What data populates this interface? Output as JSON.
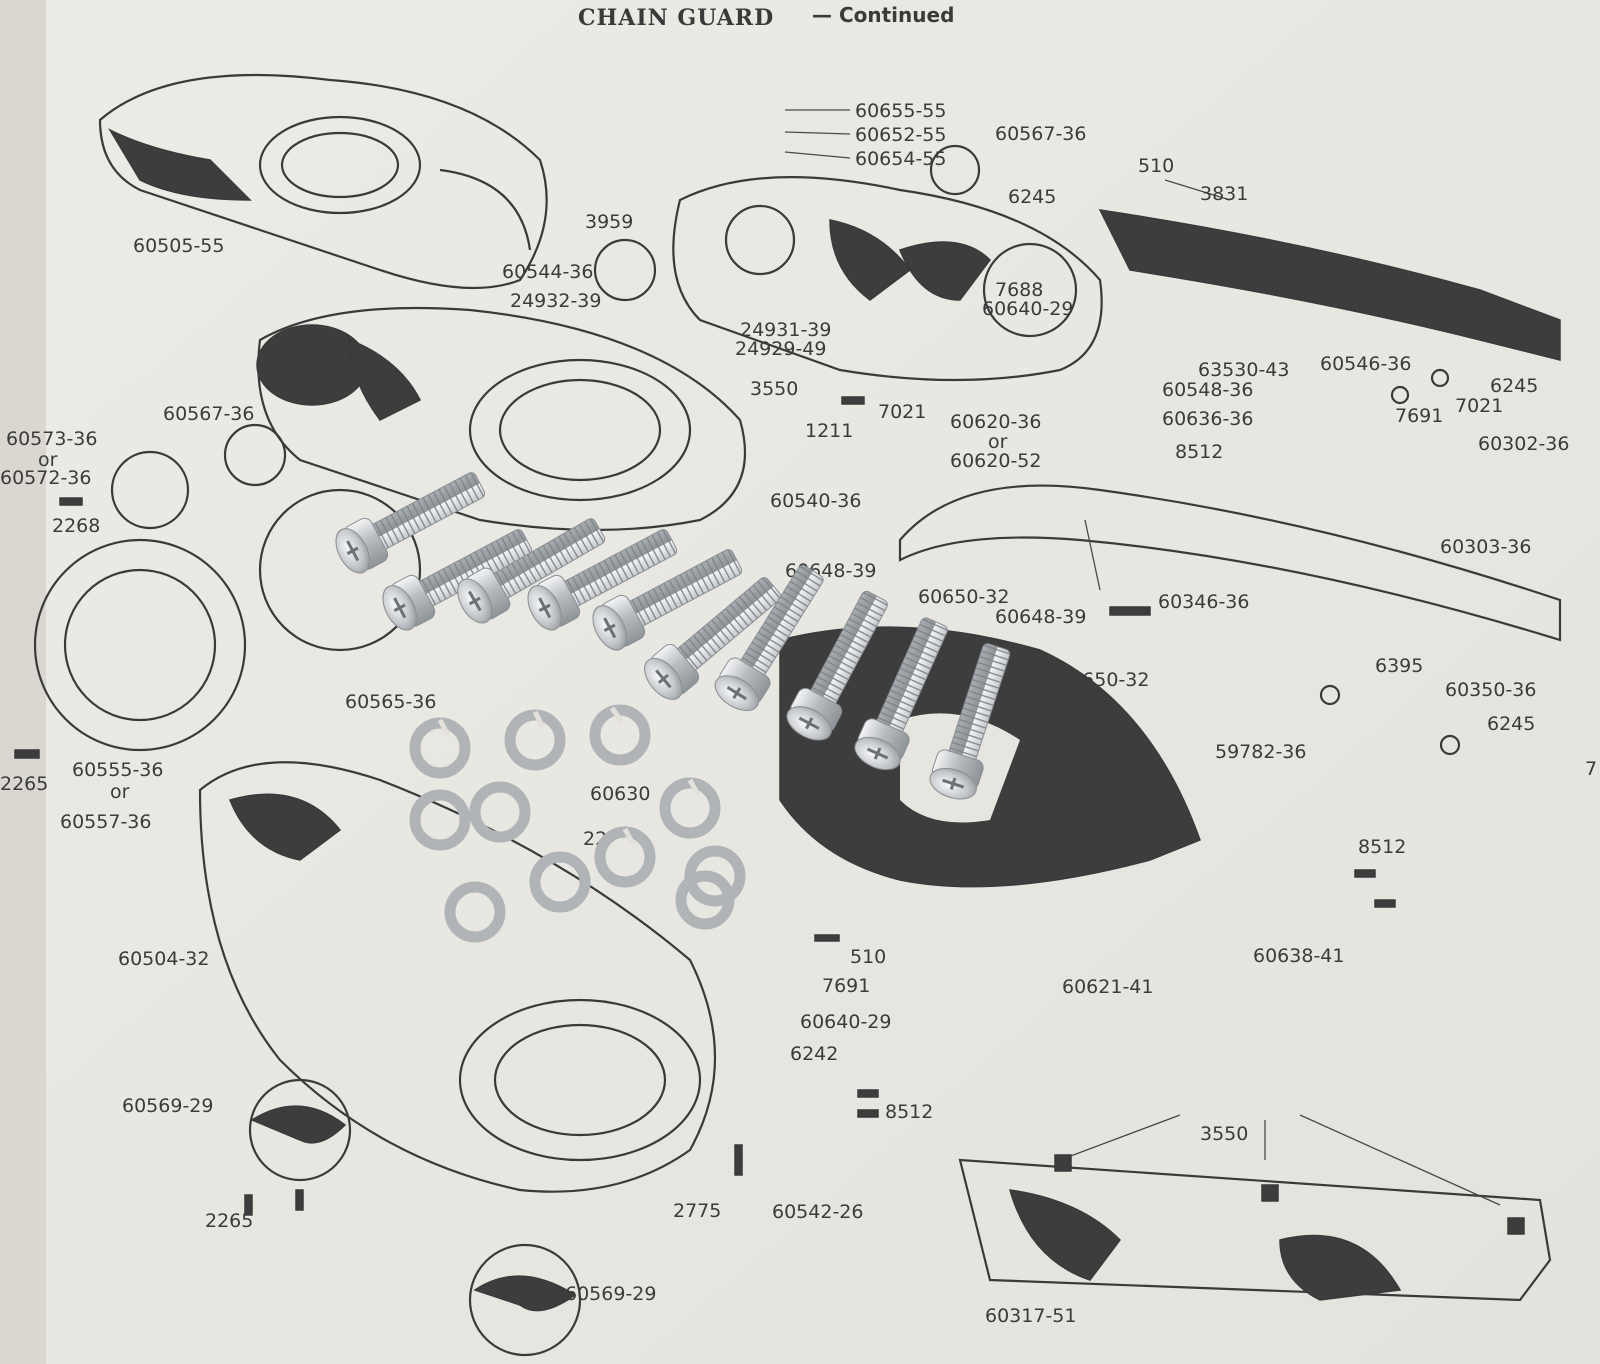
{
  "page": {
    "title": "CHAIN GUARD",
    "title_suffix": "— Continued"
  },
  "part_labels": [
    "60655-55",
    "60652-55",
    "60654-55",
    "60567-36",
    "510",
    "3831",
    "6245",
    "3959",
    "60505-55",
    "60544-36",
    "24932-39",
    "24931-39",
    "24929-49",
    "7688",
    "60640-29",
    "3550",
    "63530-43",
    "60546-36",
    "60548-36",
    "6245",
    "7021",
    "7691",
    "1211",
    "7021",
    "60620-36",
    "or",
    "60620-52",
    "60636-36",
    "8512",
    "60302-36",
    "60567-36",
    "60573-36",
    "or",
    "60572-36",
    "2268",
    "60540-36",
    "60303-36",
    "60648-39",
    "60650-32",
    "60648-39",
    "60346-36",
    "60650-32",
    "6395",
    "60350-36",
    "6245",
    "59782-36",
    "7",
    "60565-36",
    "2265",
    "60555-36",
    "or",
    "60557-36",
    "60630",
    "22",
    "8512",
    "60504-32",
    "510",
    "7691",
    "60621-41",
    "60638-41",
    "60640-29",
    "6242",
    "8512",
    "60569-29",
    "3550",
    "2265",
    "2775",
    "60542-26",
    "60569-29",
    "60317-51"
  ],
  "colors": {
    "paper": "#e9e7e1",
    "ink": "#3a3a3a",
    "bolt_steel": "#c9ccce",
    "washer_zinc": "#b4b6b8"
  }
}
